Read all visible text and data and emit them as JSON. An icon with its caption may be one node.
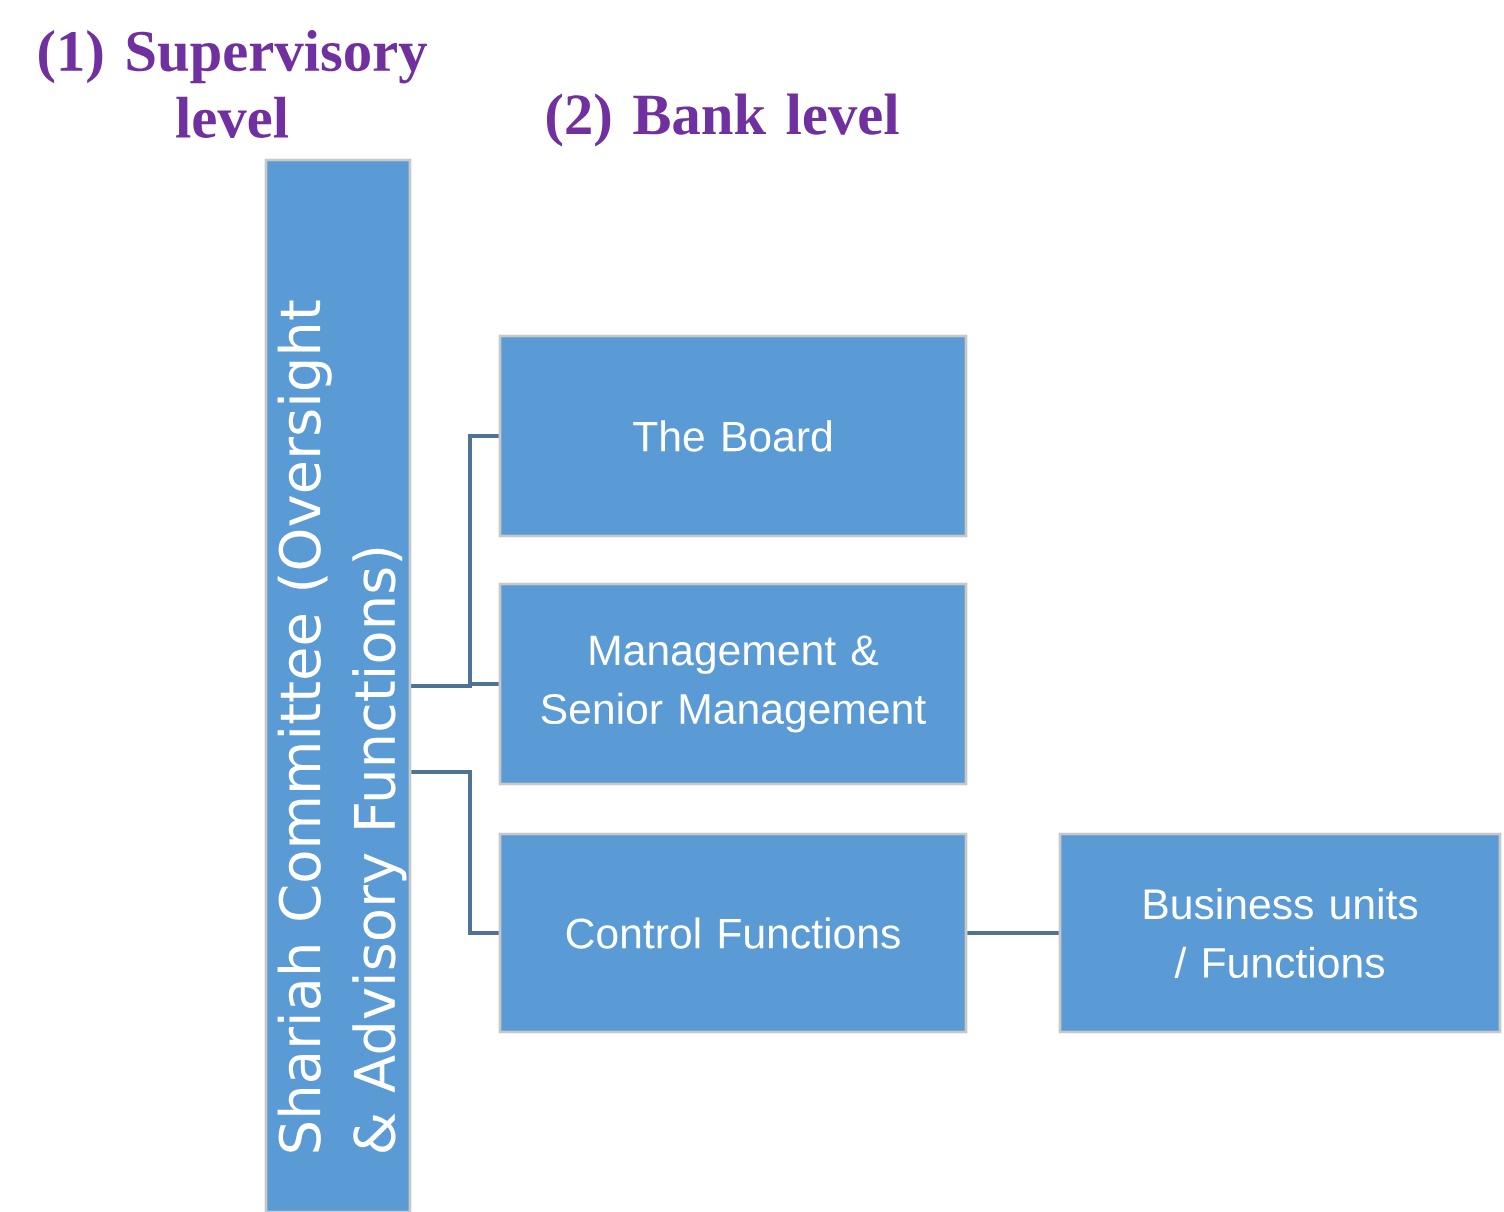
{
  "diagram": {
    "nodes": [
      {
        "text": [
          "Shariah Committee (Oversight & Advisory Functions)"
        ]
      },
      {
        "text": [
          "The Board"
        ]
      },
      {
        "text": [
          "Management & Senior Management"
        ]
      },
      {
        "text": [
          "Control Functions"
        ]
      },
      {
        "text": [
          "Business units / Functions"
        ]
      }
    ],
    "edges": [
      {
        "from": 0,
        "to": 1,
        "arrow": "none"
      },
      {
        "from": 0,
        "to": 2,
        "arrow": "none"
      },
      {
        "from": 0,
        "to": 3,
        "arrow": "none"
      },
      {
        "from": 3,
        "to": 4,
        "arrow": "none"
      }
    ],
    "labels": [
      "(1) Supervisory level",
      "(2) Bank level"
    ]
  }
}
